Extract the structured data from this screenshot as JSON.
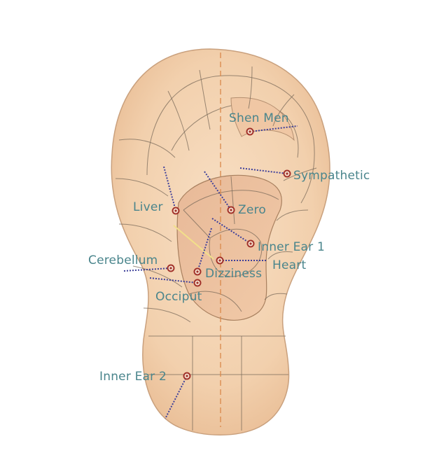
{
  "colors": {
    "skin": "#f4d6b6",
    "skin_shadow": "#e6b994",
    "label": "#4a858c",
    "needle": "#3d3f9a",
    "point": "#a2322a",
    "centerline": "#d9884a"
  },
  "points": [
    {
      "key": "shen_men",
      "label": "Shen Men"
    },
    {
      "key": "sympathetic",
      "label": "Sympathetic"
    },
    {
      "key": "liver",
      "label": "Liver"
    },
    {
      "key": "zero",
      "label": "Zero"
    },
    {
      "key": "inner_ear_1",
      "label": "Inner Ear 1"
    },
    {
      "key": "cerebellum",
      "label": "Cerebellum"
    },
    {
      "key": "heart",
      "label": "Heart"
    },
    {
      "key": "dizziness",
      "label": "Dizziness"
    },
    {
      "key": "occiput",
      "label": "Occiput"
    },
    {
      "key": "inner_ear_2",
      "label": "Inner Ear 2"
    }
  ]
}
